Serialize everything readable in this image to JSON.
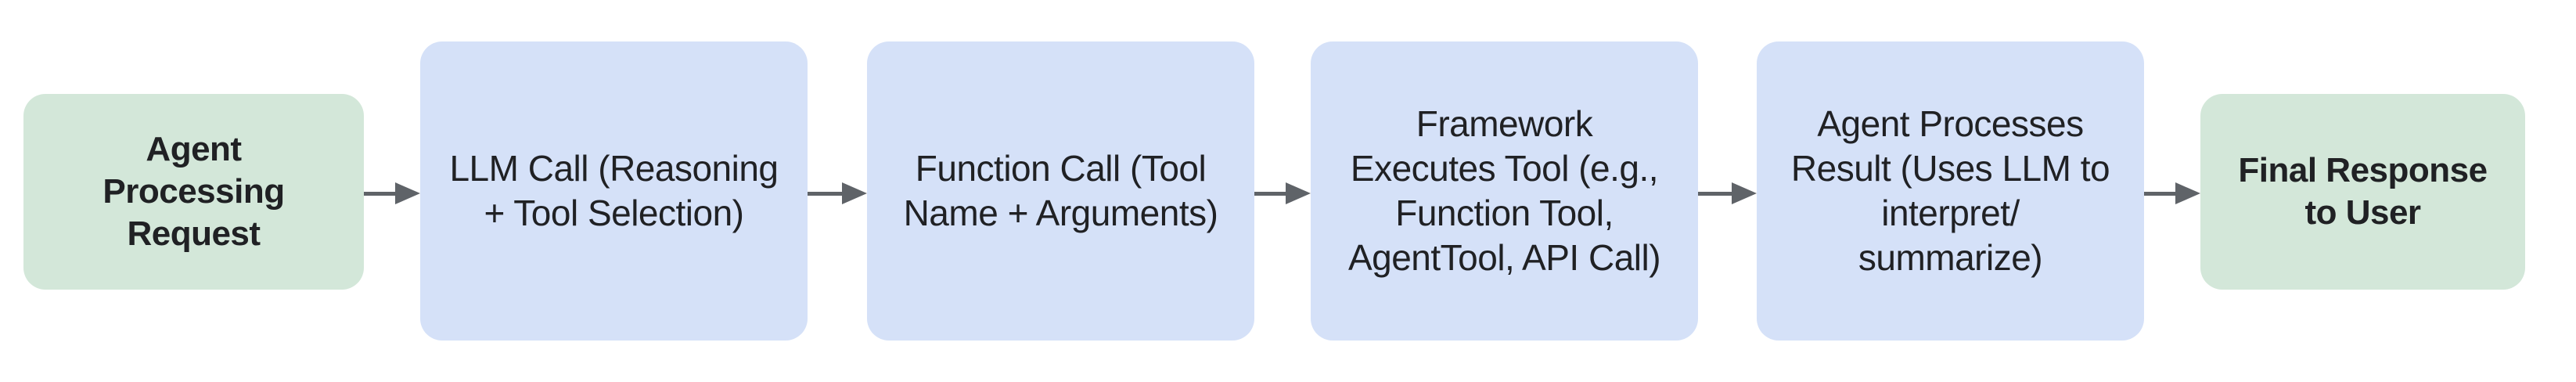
{
  "diagram": {
    "type": "flowchart",
    "direction": "left-to-right",
    "background": "#ffffff",
    "nodes": [
      {
        "id": "agent-processing-request",
        "label": "Agent\nProcessing\nRequest",
        "shape": "rounded-rectangle",
        "role": "terminal",
        "fill": "#d3e7d9",
        "text_style": "bold"
      },
      {
        "id": "llm-call",
        "label": "LLM Call (Reasoning\n+ Tool Selection)",
        "shape": "rounded-rectangle",
        "role": "process",
        "fill": "#d5e1f8",
        "text_style": "regular"
      },
      {
        "id": "function-call",
        "label": "Function Call (Tool\nName + Arguments)",
        "shape": "rounded-rectangle",
        "role": "process",
        "fill": "#d5e1f8",
        "text_style": "regular"
      },
      {
        "id": "framework-executes-tool",
        "label": "Framework\nExecutes Tool (e.g.,\nFunction Tool,\nAgentTool, API Call)",
        "shape": "rounded-rectangle",
        "role": "process",
        "fill": "#d5e1f8",
        "text_style": "regular"
      },
      {
        "id": "agent-processes-result",
        "label": "Agent Processes\nResult (Uses LLM to\ninterpret/\nsummarize)",
        "shape": "rounded-rectangle",
        "role": "process",
        "fill": "#d5e1f8",
        "text_style": "regular"
      },
      {
        "id": "final-response-to-user",
        "label": "Final Response\nto User",
        "shape": "rounded-rectangle",
        "role": "terminal",
        "fill": "#d3e7d9",
        "text_style": "bold"
      }
    ],
    "edges": [
      {
        "from": "agent-processing-request",
        "to": "llm-call",
        "style": "solid-arrow"
      },
      {
        "from": "llm-call",
        "to": "function-call",
        "style": "solid-arrow"
      },
      {
        "from": "function-call",
        "to": "framework-executes-tool",
        "style": "solid-arrow"
      },
      {
        "from": "framework-executes-tool",
        "to": "agent-processes-result",
        "style": "solid-arrow"
      },
      {
        "from": "agent-processes-result",
        "to": "final-response-to-user",
        "style": "solid-arrow"
      }
    ],
    "colors": {
      "terminal_node_fill": "#d3e7d9",
      "process_node_fill": "#d5e1f8",
      "arrow": "#5f6368",
      "text": "#202124",
      "background": "#ffffff"
    }
  }
}
